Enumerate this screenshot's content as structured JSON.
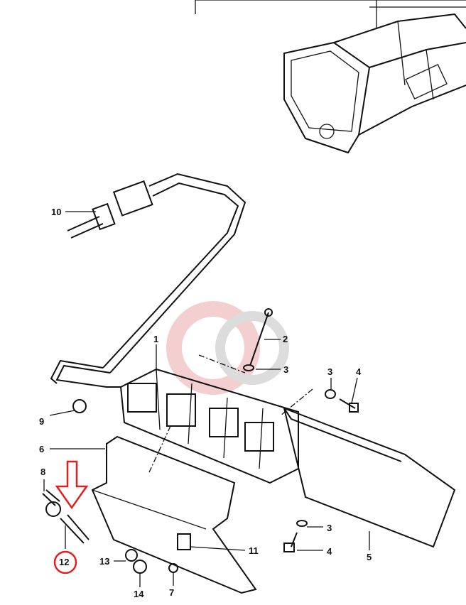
{
  "diagram": {
    "callouts": [
      {
        "id": "c10",
        "text": "10"
      },
      {
        "id": "c1",
        "text": "1"
      },
      {
        "id": "c2",
        "text": "2"
      },
      {
        "id": "c3a",
        "text": "3"
      },
      {
        "id": "c3b",
        "text": "3"
      },
      {
        "id": "c4a",
        "text": "4"
      },
      {
        "id": "c9",
        "text": "9"
      },
      {
        "id": "c6",
        "text": "6"
      },
      {
        "id": "c8",
        "text": "8"
      },
      {
        "id": "c12",
        "text": "12"
      },
      {
        "id": "c13",
        "text": "13"
      },
      {
        "id": "c14",
        "text": "14"
      },
      {
        "id": "c7",
        "text": "7"
      },
      {
        "id": "c11",
        "text": "11"
      },
      {
        "id": "c3c",
        "text": "3"
      },
      {
        "id": "c4b",
        "text": "4"
      },
      {
        "id": "c5",
        "text": "5"
      }
    ],
    "highlight": {
      "part": "12",
      "color": "#e02020"
    },
    "watermark_color": "#e8a0a0"
  }
}
